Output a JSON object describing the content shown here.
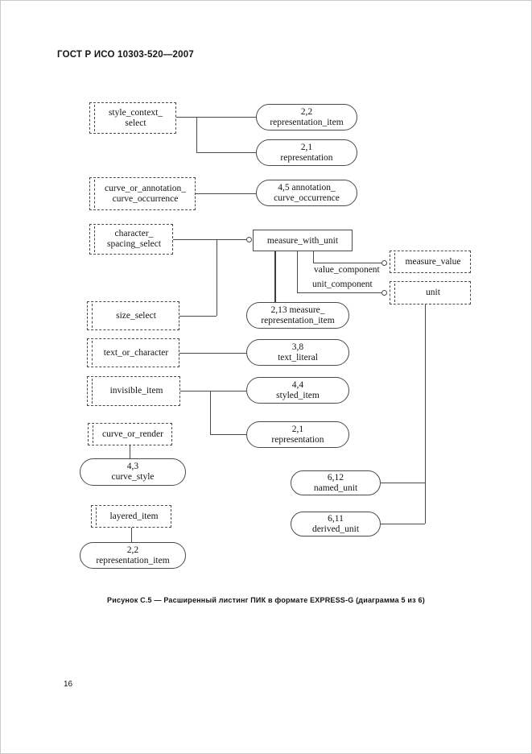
{
  "page": {
    "header": "ГОСТ Р ИСО 10303-520—2007",
    "caption": "Рисунок С.5 — Расширенный листинг ПИК в формате EXPRESS-G (диаграмма 5 из 6)",
    "page_number": "16"
  },
  "diagram": {
    "type": "EXPRESS-G schema diagram",
    "select_boxes": [
      {
        "id": "style_context_select",
        "label": "style_context_\nselect"
      },
      {
        "id": "curve_or_annotation_curve_occurrence",
        "label": "curve_or_annotation_\ncurve_occurrence"
      },
      {
        "id": "character_spacing_select",
        "label": "character_\nspacing_select"
      },
      {
        "id": "size_select",
        "label": "size_select"
      },
      {
        "id": "text_or_character",
        "label": "text_or_character"
      },
      {
        "id": "invisible_item",
        "label": "invisible_item"
      },
      {
        "id": "curve_or_render",
        "label": "curve_or_render"
      },
      {
        "id": "layered_item",
        "label": "layered_item"
      },
      {
        "id": "measure_value",
        "label": "measure_value"
      },
      {
        "id": "unit",
        "label": "unit"
      }
    ],
    "entity_boxes": [
      {
        "id": "measure_with_unit",
        "label": "measure_with_unit"
      }
    ],
    "page_refs": [
      {
        "id": "ref_2_2_representation_item_top",
        "label": "2,2\nrepresentation_item"
      },
      {
        "id": "ref_2_1_representation_top",
        "label": "2,1\nrepresentation"
      },
      {
        "id": "ref_4_5_annotation_curve_occurrence",
        "label": "4,5 annotation_\ncurve_occurrence"
      },
      {
        "id": "ref_2_13_measure_representation_item",
        "label": "2,13 measure_\nrepresentation_item"
      },
      {
        "id": "ref_3_8_text_literal",
        "label": "3,8\ntext_literal"
      },
      {
        "id": "ref_4_4_styled_item",
        "label": "4,4\nstyled_item"
      },
      {
        "id": "ref_2_1_representation_mid",
        "label": "2,1\nrepresentation"
      },
      {
        "id": "ref_4_3_curve_style",
        "label": "4,3\ncurve_style"
      },
      {
        "id": "ref_2_2_representation_item_bottom",
        "label": "2,2\nrepresentation_item"
      },
      {
        "id": "ref_6_12_named_unit",
        "label": "6,12\nnamed_unit"
      },
      {
        "id": "ref_6_11_derived_unit",
        "label": "6,11\nderived_unit"
      }
    ],
    "edge_labels": {
      "value_component": "value_component",
      "unit_component": "unit_component"
    },
    "colors": {
      "line": "#4a4a4a",
      "text": "#141414",
      "page_background": "#ffffff"
    }
  }
}
